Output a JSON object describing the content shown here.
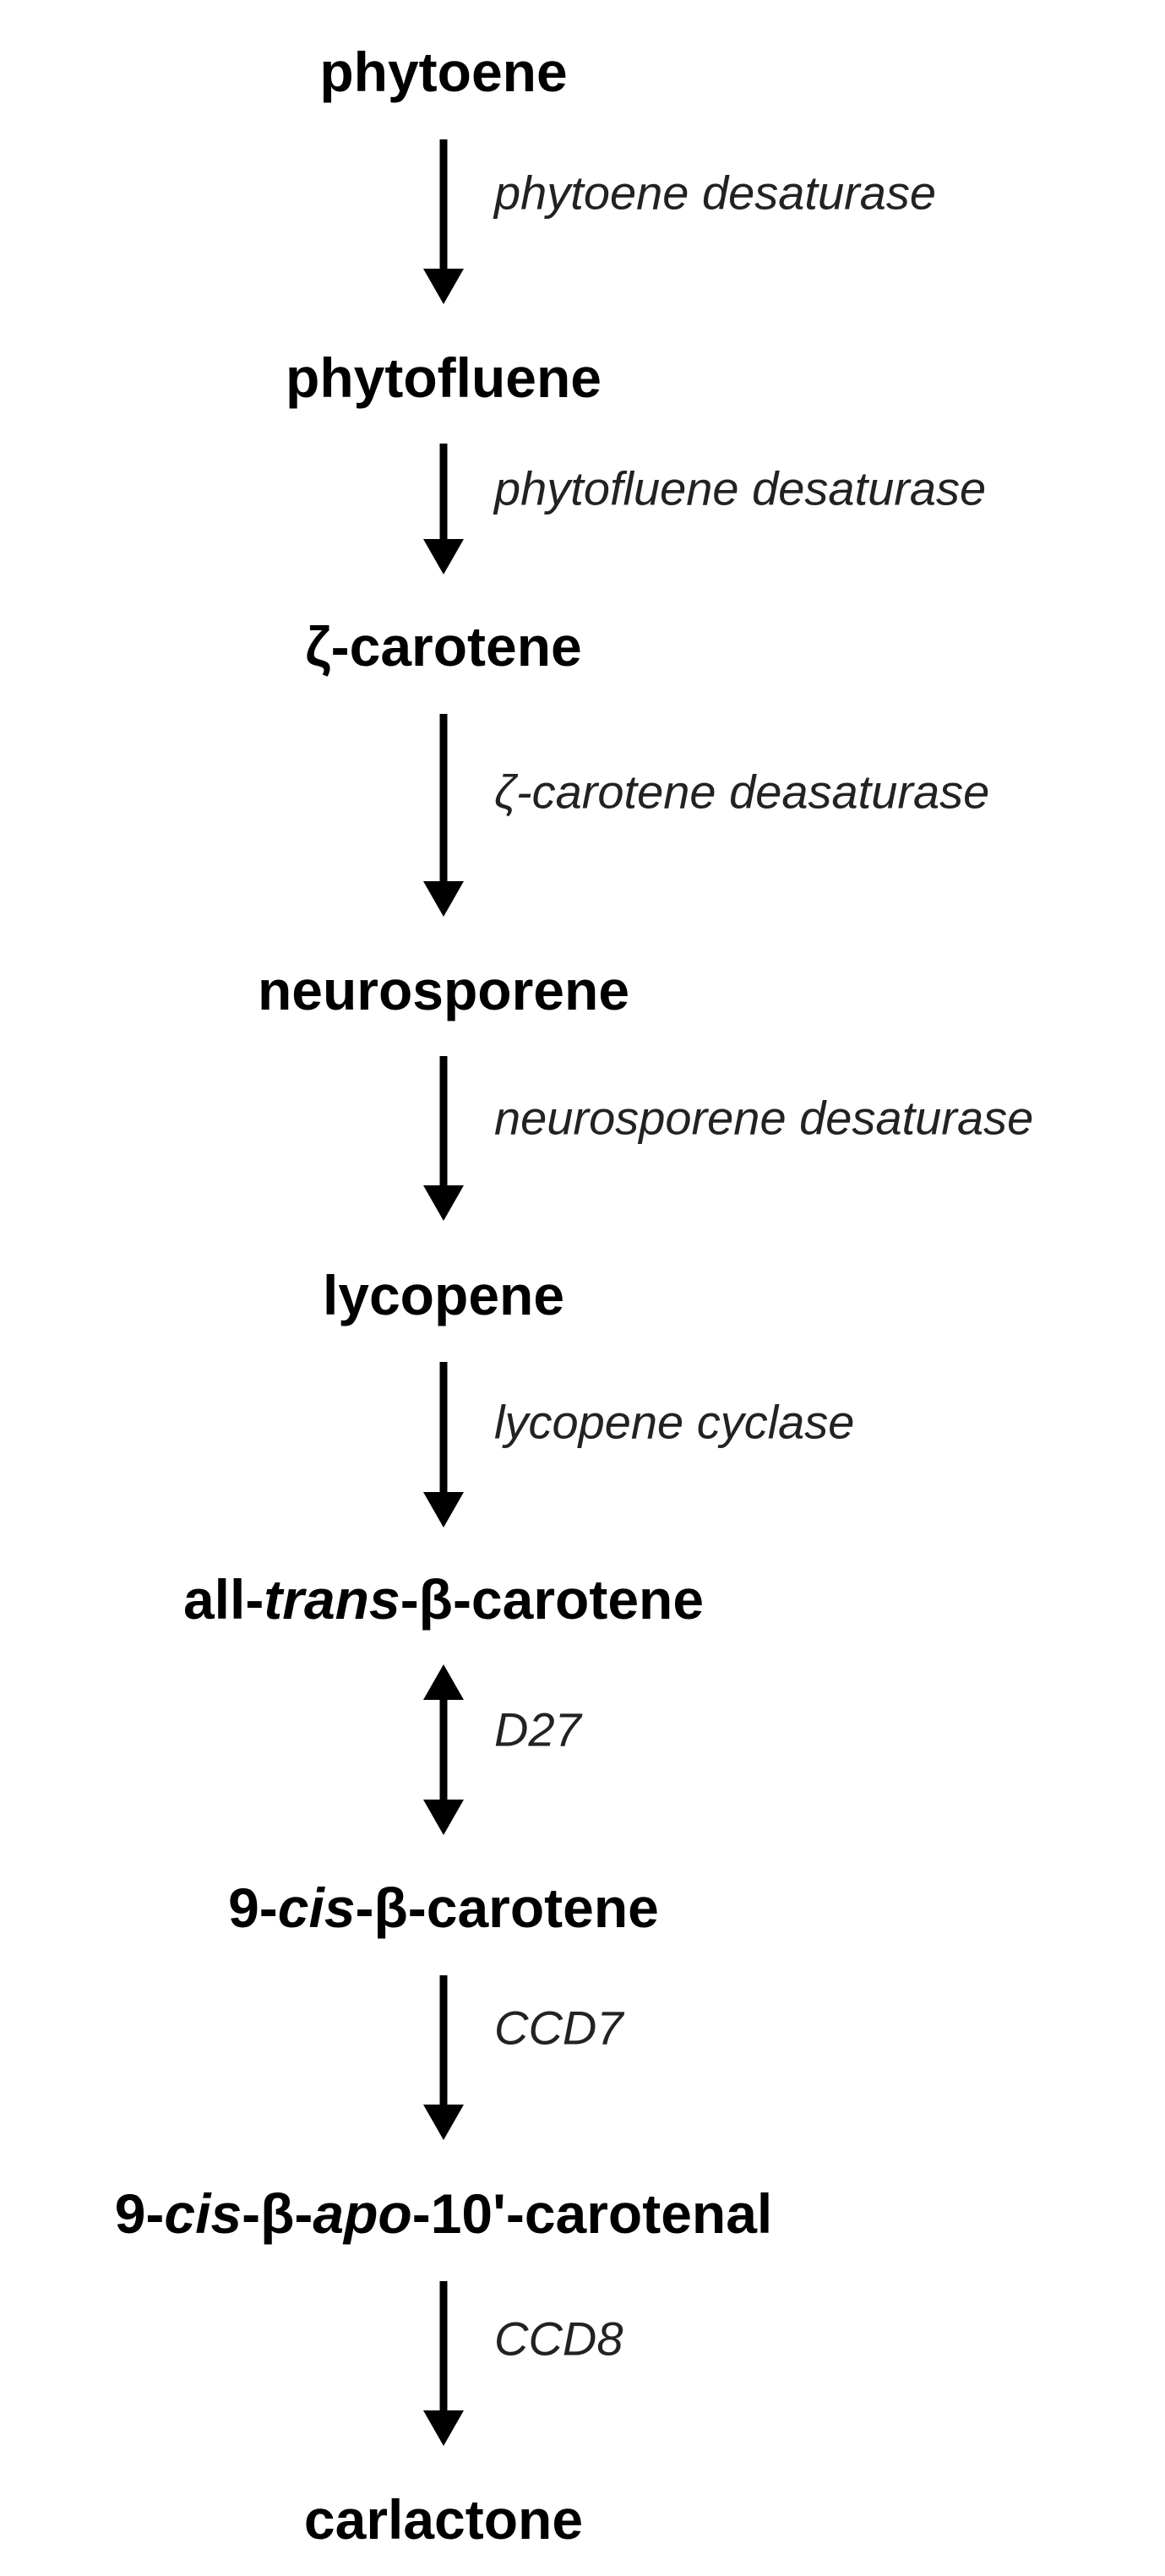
{
  "compounds": [
    {
      "id": "phytoene",
      "parts": [
        {
          "text": "phytoene",
          "style": "normal"
        }
      ]
    },
    {
      "id": "phytofluene",
      "parts": [
        {
          "text": "phytofluene",
          "style": "normal"
        }
      ]
    },
    {
      "id": "zeta-carotene",
      "parts": [
        {
          "text": "ζ-carotene",
          "style": "normal"
        }
      ]
    },
    {
      "id": "neurosporene",
      "parts": [
        {
          "text": "neurosporene",
          "style": "normal"
        }
      ]
    },
    {
      "id": "lycopene",
      "parts": [
        {
          "text": "lycopene",
          "style": "normal"
        }
      ]
    },
    {
      "id": "all-trans-beta-carotene",
      "parts": [
        {
          "text": "all-",
          "style": "normal"
        },
        {
          "text": "trans",
          "style": "italic"
        },
        {
          "text": "-β-carotene",
          "style": "normal"
        }
      ]
    },
    {
      "id": "9-cis-beta-carotene",
      "parts": [
        {
          "text": "9-",
          "style": "normal"
        },
        {
          "text": "cis",
          "style": "italic"
        },
        {
          "text": "-β-carotene",
          "style": "normal"
        }
      ]
    },
    {
      "id": "9-cis-beta-apo-10-carotenal",
      "parts": [
        {
          "text": "9-",
          "style": "normal"
        },
        {
          "text": "cis",
          "style": "italic"
        },
        {
          "text": "-β-",
          "style": "normal"
        },
        {
          "text": "apo",
          "style": "italic"
        },
        {
          "text": "-10'-carotenal",
          "style": "normal"
        }
      ]
    },
    {
      "id": "carlactone",
      "parts": [
        {
          "text": "carlactone",
          "style": "normal"
        }
      ]
    }
  ],
  "steps": [
    {
      "enzyme": "phytoene desaturase",
      "direction": "forward"
    },
    {
      "enzyme": "phytofluene desaturase",
      "direction": "forward"
    },
    {
      "enzyme": "ζ-carotene deasaturase",
      "direction": "forward"
    },
    {
      "enzyme": "neurosporene desaturase",
      "direction": "forward"
    },
    {
      "enzyme": "lycopene cyclase",
      "direction": "forward"
    },
    {
      "enzyme": "D27",
      "direction": "reversible"
    },
    {
      "enzyme": "CCD7",
      "direction": "forward"
    },
    {
      "enzyme": "CCD8",
      "direction": "forward"
    }
  ],
  "colors": {
    "compound_text": "#000000",
    "enzyme_text": "#222222",
    "arrow": "#000000",
    "background": "#ffffff"
  }
}
